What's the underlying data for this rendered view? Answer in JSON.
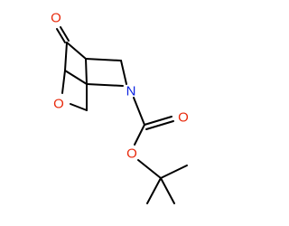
{
  "molecule": {
    "atoms": {
      "ketone_o": {
        "symbol": "O",
        "color": "#e8290b"
      },
      "ring_o": {
        "symbol": "O",
        "color": "#e8290b"
      },
      "carbonyl_o": {
        "symbol": "O",
        "color": "#e8290b"
      },
      "ester_o": {
        "symbol": "O",
        "color": "#e8290b"
      },
      "amine_n": {
        "symbol": "N",
        "color": "#0a22e0"
      }
    },
    "bond_color": "#000000"
  }
}
